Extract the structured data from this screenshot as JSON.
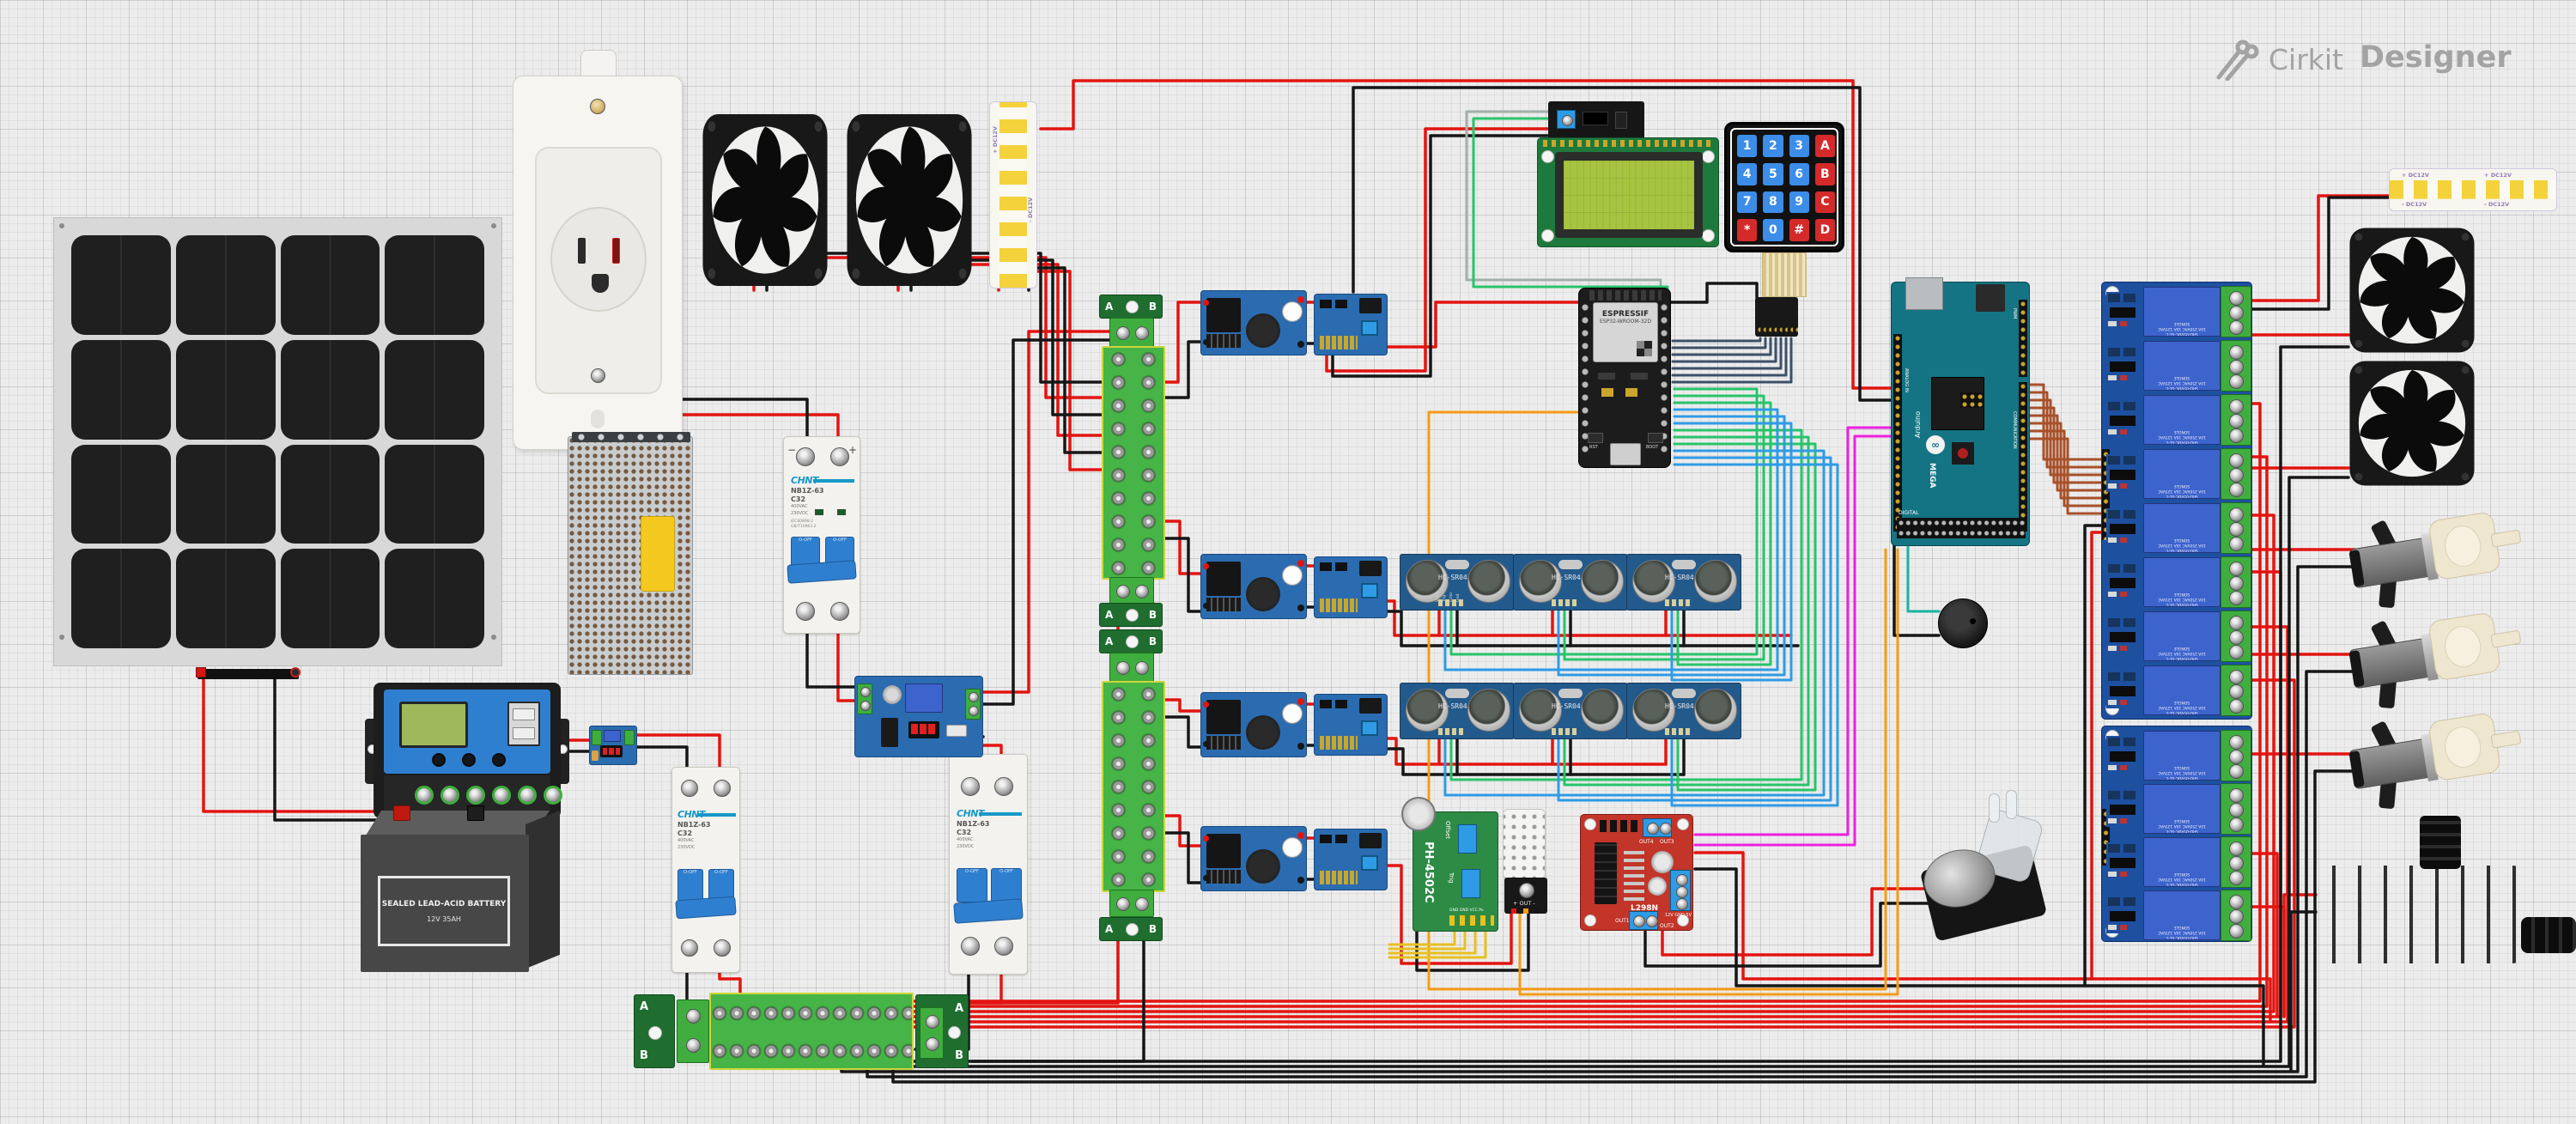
{
  "app": {
    "logo_brand": "Cirkit",
    "logo_product": "Designer"
  },
  "battery": {
    "title": "SEALED LEAD-ACID BATTERY",
    "subtitle": "12V 35AH"
  },
  "breaker": {
    "brand": "CHNT",
    "model": "NB1Z-63",
    "curve": "C32",
    "spec1": "400VAC",
    "spec2": "230VDC",
    "spec3": "IEC60898-2",
    "spec4": "GB/T10963.2",
    "toggle": "O-OFF"
  },
  "keypad": {
    "keys": [
      "1",
      "2",
      "3",
      "A",
      "4",
      "5",
      "6",
      "B",
      "7",
      "8",
      "9",
      "C",
      "*",
      "0",
      "#",
      "D"
    ]
  },
  "esp32": {
    "brand": "ESPRESSIF",
    "model": "ESP32-WROOM-32D",
    "btn_rst": "RST",
    "btn_boot": "BOOT"
  },
  "mega": {
    "brand": "Arduino",
    "model": "MEGA",
    "lbl_digital": "DIGITAL",
    "lbl_analog": "ANALOG IN",
    "lbl_comm": "COMMUNICATION",
    "lbl_pwm": "PWM",
    "lbl_made": "MADE IN ITALY"
  },
  "relay": {
    "brand": "SONGLE",
    "model": "SRD-05VDC-SL-C",
    "rating1": "10A 250VAC 10A 125VAC",
    "rating2": "10A 30VDC 10A 28VDC"
  },
  "ultrasonic": {
    "label": "HC-SR04",
    "pin_vcc": "Vcc",
    "pin_trig": "Trig",
    "pin_echo": "Echo",
    "pin_gnd": "Gnd"
  },
  "ph_sensor": {
    "model": "PH-4502C",
    "lbl_offset": "Offset",
    "lbl_trig": "Trig",
    "pins": "GND GND VCC Po"
  },
  "dht": {
    "label": "+ OUT -"
  },
  "l298n": {
    "model": "L298N",
    "out1": "OUT1",
    "out2": "OUT2",
    "out3": "OUT3",
    "out4": "OUT4",
    "power": "12V GND 5V"
  },
  "led_strip": {
    "positive": "+ DC12V",
    "negative": "- DC12V"
  },
  "terminal_block": {
    "a": "A",
    "b": "B"
  },
  "colors": {
    "wire_red": "#e31410",
    "wire_black": "#161616",
    "wire_green": "#27c46a",
    "wire_blue": "#2e9be6",
    "wire_navy": "#3b5068",
    "wire_orange": "#f59b14",
    "wire_magenta": "#ef1fe0",
    "wire_teal": "#18b5a2",
    "wire_brown": "#a8502a",
    "wire_yellow": "#e8c020",
    "wire_gray": "#9fb0a8",
    "board_blue": "#2b6cb0",
    "board_green": "#2e8b45",
    "board_red": "#c23528",
    "board_teal": "#147483",
    "relay_blue": "#3d63cc",
    "logo_gray": "#a3a3a3"
  }
}
